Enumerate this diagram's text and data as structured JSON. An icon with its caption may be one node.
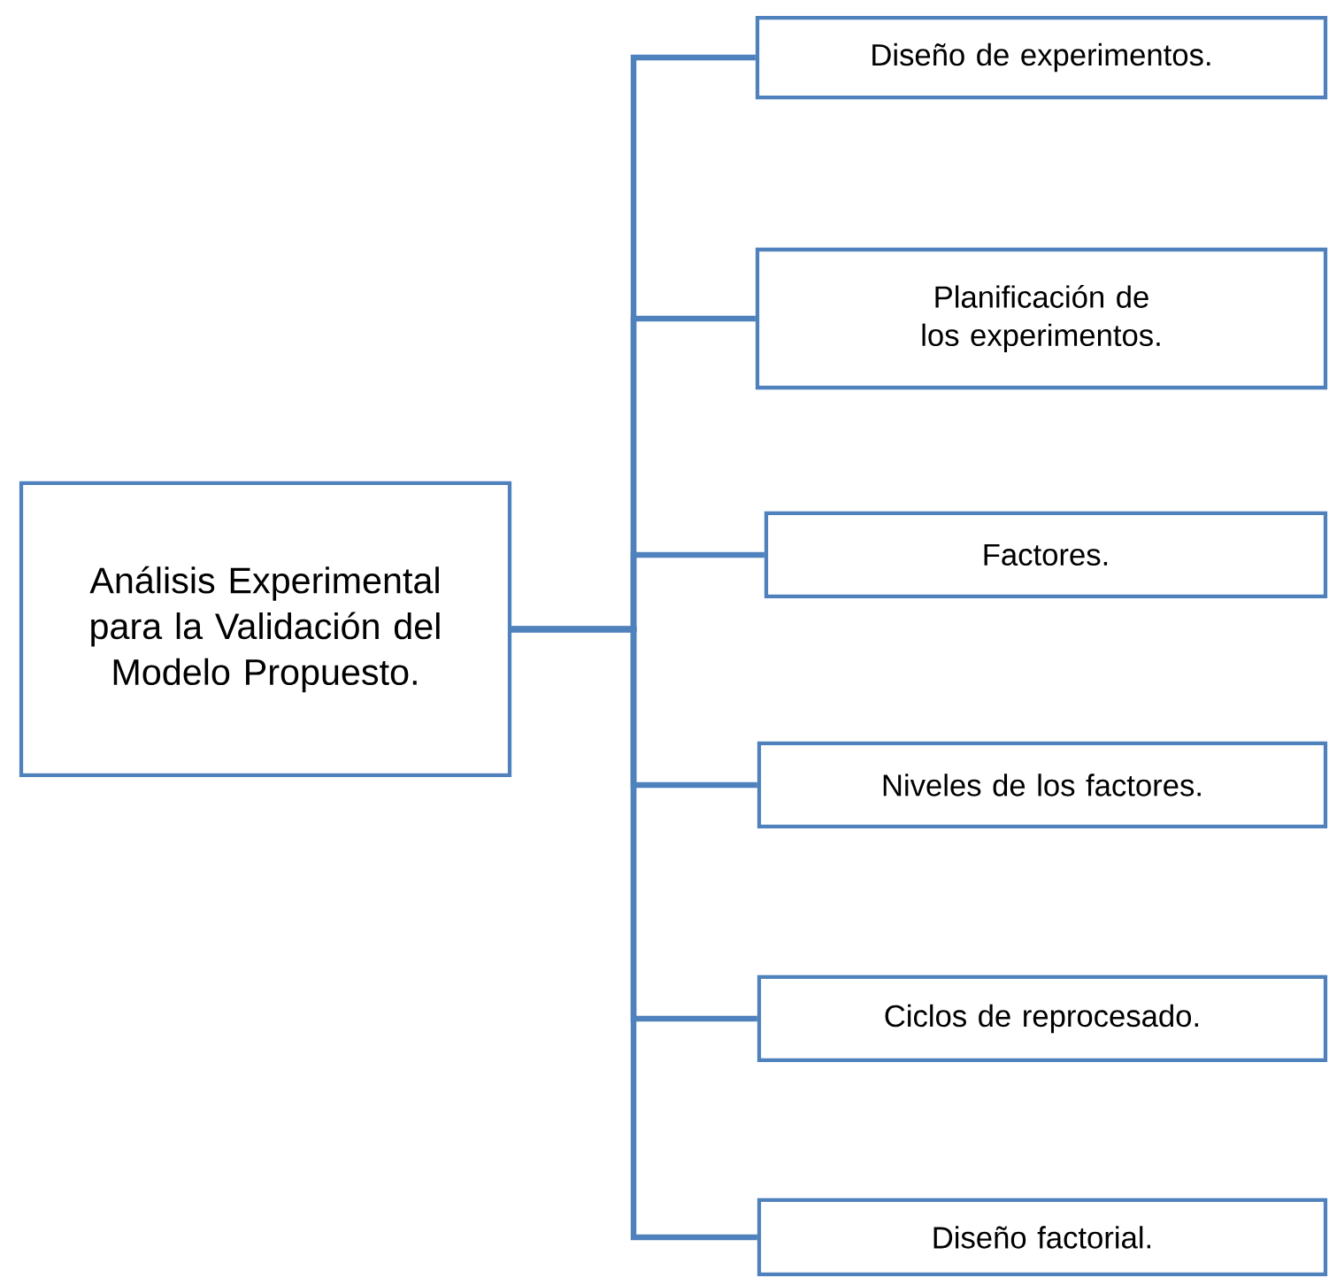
{
  "diagram": {
    "nodes": [
      {
        "text": [
          "Análisis Experimental para la Validación del Modelo Propuesto."
        ]
      },
      {
        "text": [
          "Diseño de experimentos."
        ]
      },
      {
        "text": [
          "Planificación de los experimentos."
        ]
      },
      {
        "text": [
          "Factores."
        ]
      },
      {
        "text": [
          "Niveles de los factores."
        ]
      },
      {
        "text": [
          "Ciclos de reprocesado."
        ]
      },
      {
        "text": [
          "Diseño factorial."
        ]
      }
    ],
    "edges": [
      {
        "from": 0,
        "to": 1,
        "arrow": "none"
      },
      {
        "from": 0,
        "to": 2,
        "arrow": "none"
      },
      {
        "from": 0,
        "to": 3,
        "arrow": "none"
      },
      {
        "from": 0,
        "to": 4,
        "arrow": "none"
      },
      {
        "from": 0,
        "to": 5,
        "arrow": "none"
      },
      {
        "from": 0,
        "to": 6,
        "arrow": "none"
      }
    ]
  }
}
